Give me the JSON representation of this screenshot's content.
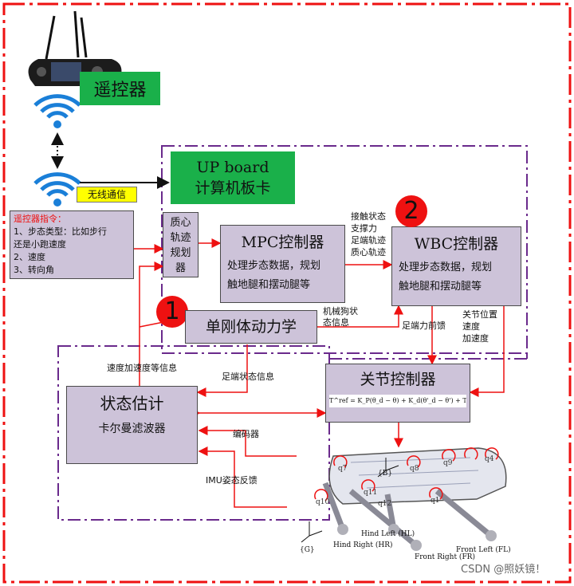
{
  "remote": {
    "label": "遥控器"
  },
  "wireless": {
    "label": "无线通信"
  },
  "up_board": {
    "line1": "UP board",
    "line2": "计算机板卡"
  },
  "command_box": {
    "title": "遥控器指令：",
    "line1": "1、步态类型：比如步行",
    "line2": "还是小跑速度",
    "line3": "2、速度",
    "line4": "3、转向角"
  },
  "trajectory": {
    "l1": "质心",
    "l2": "轨迹",
    "l3": "规划",
    "l4": "器"
  },
  "mpc": {
    "title": "MPC控制器",
    "d1": "处理步态数据，规划",
    "d2": "触地腿和摆动腿等"
  },
  "wbc": {
    "title": "WBC控制器",
    "d1": "处理步态数据，规划",
    "d2": "触地腿和摆动腿等"
  },
  "badges": {
    "one": "1",
    "two": "2"
  },
  "rigid_body": {
    "label": "单刚体动力学"
  },
  "state_estimator": {
    "title": "状态估计",
    "subtitle": "卡尔曼滤波器"
  },
  "joint_controller": {
    "title": "关节控制器",
    "formula": "T^ref = K_P(θ_d − θ) + K_d(θ'_d − θ') + T_f"
  },
  "edge_labels": {
    "contact_state": "接触状态",
    "support_force": "支撑力",
    "foot_traj": "足端轨迹",
    "com_traj": "质心轨迹",
    "dog_state_1": "机械狗状",
    "dog_state_2": "态信息",
    "foot_feedforward": "足端力前馈",
    "joint_pos": "关节位置",
    "velocity": "速度",
    "acceleration": "加速度",
    "vel_acc_info": "速度加速度等信息",
    "foot_state_info": "足端状态信息",
    "encoder": "编码器",
    "imu": "IMU姿态反馈"
  },
  "robot": {
    "leg_hl": "Hind Left (HL)",
    "leg_hr": "Hind Right (HR)",
    "leg_fr": "Front Right (FR)",
    "leg_fl": "Front Left (FL)",
    "frame_b": "{B}",
    "frame_g": "{G}",
    "q_labels": [
      "q7",
      "q8",
      "q9",
      "q4",
      "q11",
      "q10",
      "q12",
      "q1"
    ]
  },
  "watermark": "CSDN @照妖镜！",
  "colors": {
    "red": "#ee1111",
    "purple": "#6a2a8c",
    "green": "#1ab04a",
    "box": "#cdc3d9",
    "yellow": "#ffff00"
  }
}
